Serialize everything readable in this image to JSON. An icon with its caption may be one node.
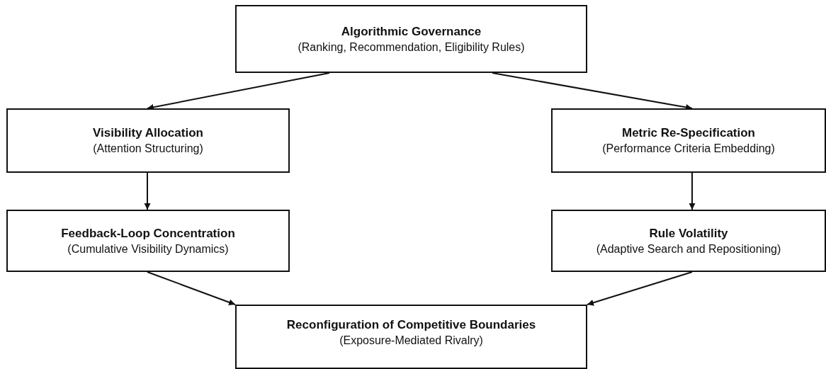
{
  "diagram": {
    "nodes": [
      {
        "text": [
          "Algorithmic Governance",
          "(Ranking, Recommendation, Eligibility Rules)"
        ]
      },
      {
        "text": [
          "Visibility Allocation",
          "(Attention Structuring)"
        ]
      },
      {
        "text": [
          "Metric Re-Specification",
          "(Performance Criteria Embedding)"
        ]
      },
      {
        "text": [
          "Feedback-Loop Concentration",
          "(Cumulative Visibility Dynamics)"
        ]
      },
      {
        "text": [
          "Rule Volatility",
          "(Adaptive Search and Repositioning)"
        ]
      },
      {
        "text": [
          "Reconfiguration of Competitive Boundaries",
          "(Exposure-Mediated Rivalry)"
        ]
      }
    ],
    "edges": [
      {
        "from": 0,
        "to": 1,
        "arrow": "to"
      },
      {
        "from": 0,
        "to": 2,
        "arrow": "to"
      },
      {
        "from": 1,
        "to": 3,
        "arrow": "to"
      },
      {
        "from": 2,
        "to": 4,
        "arrow": "to"
      },
      {
        "from": 3,
        "to": 5,
        "arrow": "to"
      },
      {
        "from": 4,
        "to": 5,
        "arrow": "to"
      }
    ]
  }
}
